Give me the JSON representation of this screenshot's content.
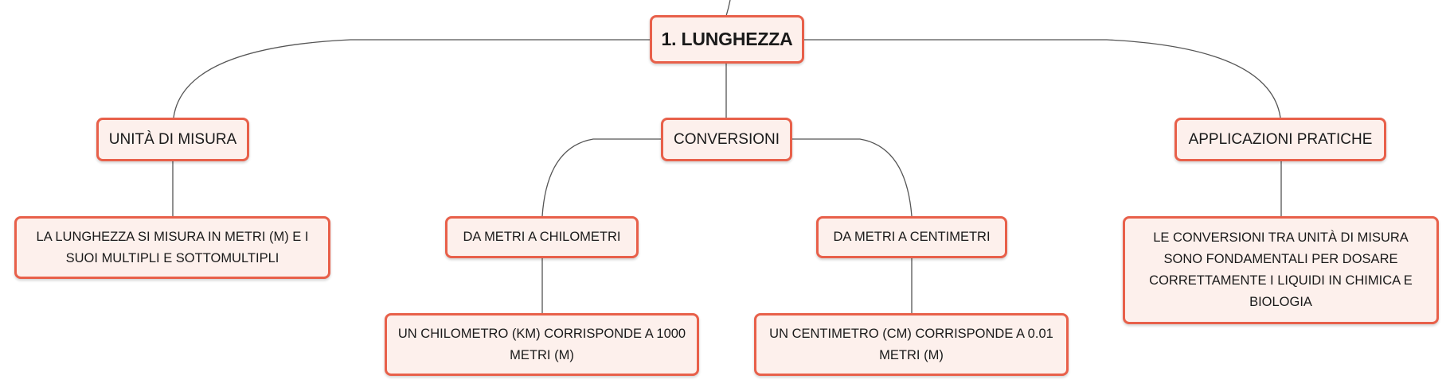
{
  "map": {
    "root": "1. LUNGHEZZA",
    "branches": {
      "units": {
        "title": "UNITÀ DI MISURA",
        "detail": "LA LUNGHEZZA SI MISURA IN METRI (M) E I SUOI MULTIPLI E SOTTOMULTIPLI"
      },
      "conversions": {
        "title": "CONVERSIONI",
        "to_km": {
          "title": "DA METRI A CHILOMETRI",
          "detail": "UN CHILOMETRO (KM) CORRISPONDE A 1000 METRI (M)"
        },
        "to_cm": {
          "title": "DA METRI A CENTIMETRI",
          "detail": "UN CENTIMETRO (CM) CORRISPONDE A 0.01 METRI (M)"
        }
      },
      "applications": {
        "title": "APPLICAZIONI PRATICHE",
        "detail": "LE CONVERSIONI TRA UNITÀ DI MISURA SONO FONDAMENTALI PER DOSARE CORRETTAMENTE I LIQUIDI IN CHIMICA E BIOLOGIA"
      }
    }
  },
  "colors": {
    "node_fill": "#fdf0ec",
    "node_border": "#e8604a",
    "connector": "#555555"
  }
}
